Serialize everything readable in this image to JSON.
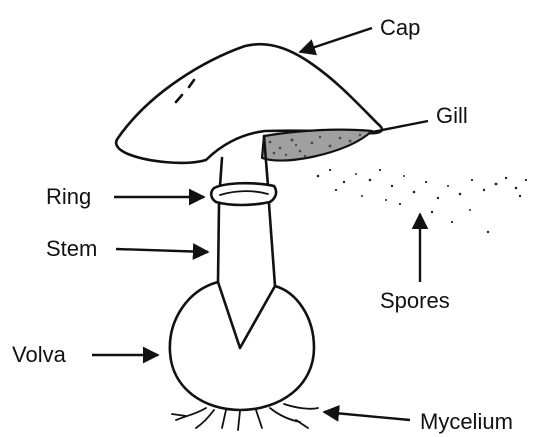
{
  "labels": {
    "cap": "Cap",
    "gill": "Gill",
    "ring": "Ring",
    "stem": "Stem",
    "volva": "Volva",
    "spores": "Spores",
    "mycelium": "Mycelium"
  },
  "colors": {
    "line": "#111111",
    "background": "#ffffff",
    "gill_shading": "#9a9a9a"
  }
}
